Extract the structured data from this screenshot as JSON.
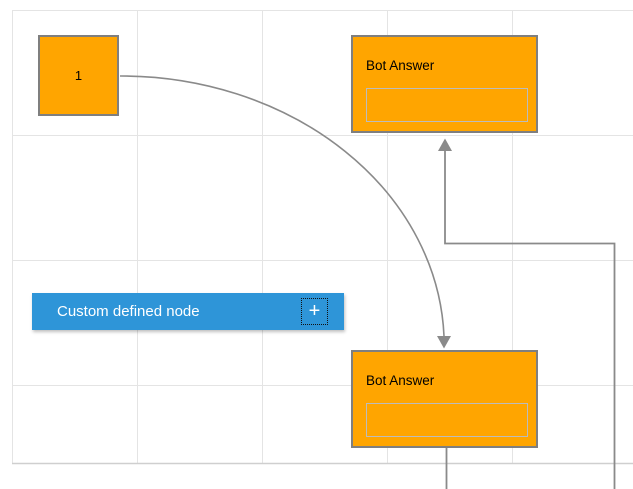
{
  "diagram": {
    "background": "#ffffff",
    "grid": {
      "line_color": "#e4e4e4",
      "boundary_color": "#cfcfcf"
    },
    "connector_color": "#8a8a8a",
    "node_fill": "#ffa500",
    "node_border": "#7f7f7f",
    "nodes": {
      "source": {
        "label": "1"
      },
      "bot_answer_top": {
        "title": "Bot Answer"
      },
      "bot_answer_bottom": {
        "title": "Bot Answer"
      }
    },
    "palette_node": {
      "label": "Custom defined node",
      "fill": "#2e95d8",
      "text_color": "#ffffff",
      "plus_label": "+"
    }
  }
}
